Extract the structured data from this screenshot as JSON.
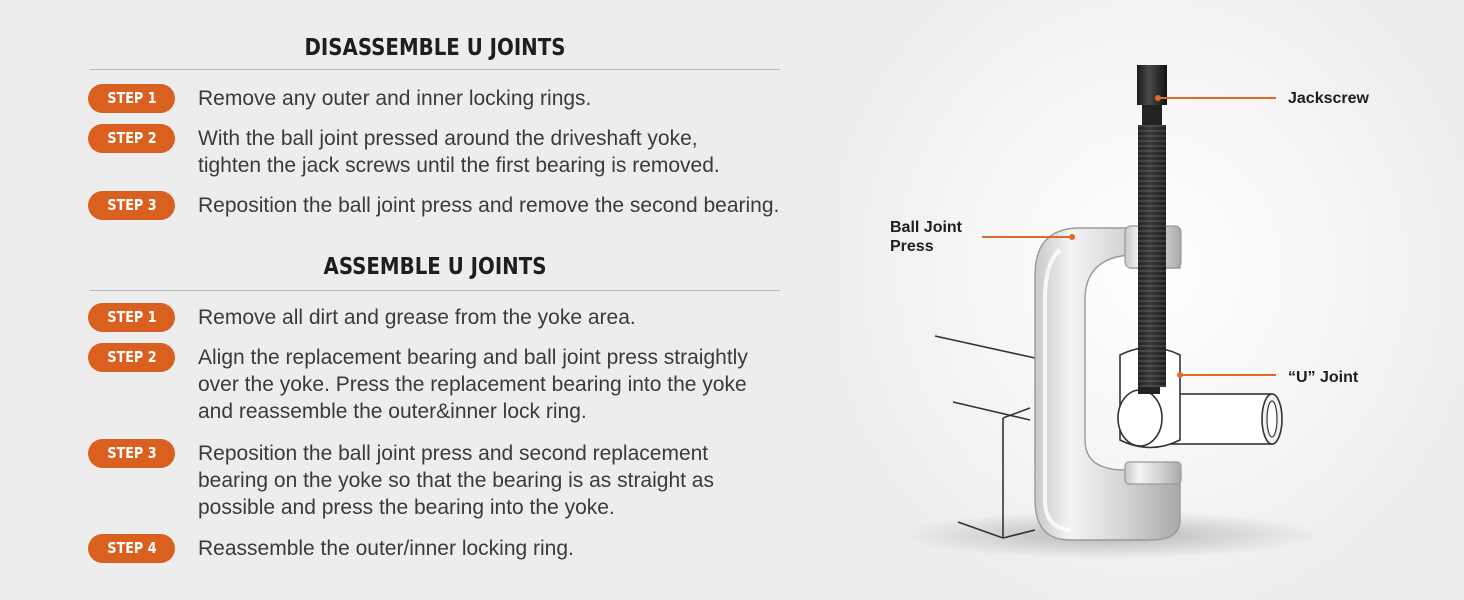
{
  "disassemble": {
    "title": "DISASSEMBLE U JOINTS",
    "steps": [
      {
        "badge": "STEP 1",
        "text": "Remove any outer and inner locking rings."
      },
      {
        "badge": "STEP 2",
        "line1": "With the ball joint pressed around the driveshaft yoke,",
        "line2": "tighten the jack screws until the first bearing is removed."
      },
      {
        "badge": "STEP 3",
        "text": "Reposition the ball joint press and remove the second bearing."
      }
    ]
  },
  "assemble": {
    "title": "ASSEMBLE U JOINTS",
    "steps": [
      {
        "badge": "STEP 1",
        "text": "Remove all dirt and grease from the yoke area."
      },
      {
        "badge": "STEP 2",
        "line1": "Align the replacement bearing and ball joint press straightly",
        "line2": "over the yoke. Press the replacement bearing into the yoke",
        "line3": "and reassemble the outer&inner lock ring."
      },
      {
        "badge": "STEP 3",
        "line1": "Reposition the ball joint press and second replacement",
        "line2": "bearing on the yoke so that the bearing is as straight as",
        "line3": "possible and press the bearing into the yoke."
      },
      {
        "badge": "STEP 4",
        "text": "Reassemble the outer/inner locking ring."
      }
    ]
  },
  "callouts": {
    "jackscrew": "Jackscrew",
    "press_line1": "Ball Joint",
    "press_line2": "Press",
    "ujoint": "“U” Joint"
  },
  "colors": {
    "accent": "#d9601e",
    "background": "#ededed",
    "heading": "#1e1e1e",
    "body_text": "#3a3a3a"
  }
}
